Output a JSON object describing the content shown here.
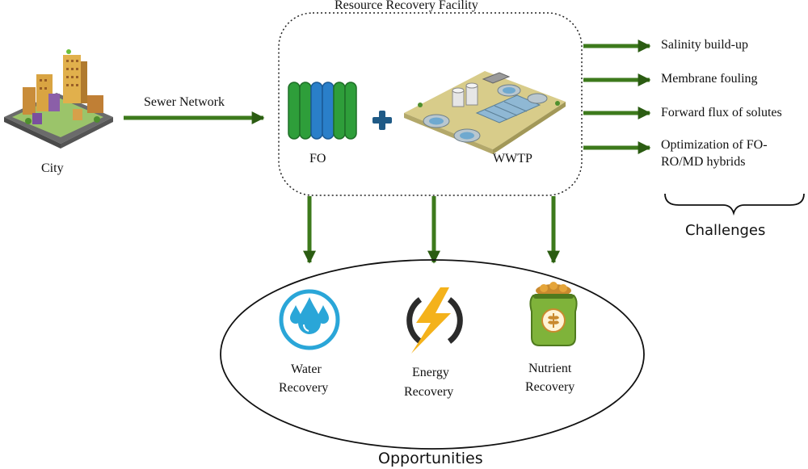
{
  "facility": {
    "title": "Resource Recovery Facility",
    "fo_label": "FO",
    "wwtp_label": "WWTP"
  },
  "city": {
    "label": "City"
  },
  "sewer": {
    "label": "Sewer Network"
  },
  "challenges": {
    "heading": "Challenges",
    "items": [
      "Salinity build-up",
      "Membrane fouling",
      "Forward flux of solutes",
      "Optimization of FO-",
      "RO/MD hybrids"
    ]
  },
  "opportunities": {
    "heading": "Opportunities",
    "water": [
      "Water",
      "Recovery"
    ],
    "energy": [
      "Energy",
      "Recovery"
    ],
    "nutrient": [
      "Nutrient",
      "Recovery"
    ]
  },
  "colors": {
    "arrow": "#3d7a1c",
    "arrow_dark": "#2b5c12",
    "water_blue": "#2aa6d8",
    "bolt": "#f4b21b",
    "fo_green": "#2e9e3a",
    "fo_blue": "#2a7fc9"
  },
  "icons": [
    "city-illustration",
    "fo-membrane-icon",
    "plus-icon",
    "wwtp-illustration",
    "water-drops-icon",
    "lightning-bolt-icon",
    "nutrient-bag-icon"
  ]
}
